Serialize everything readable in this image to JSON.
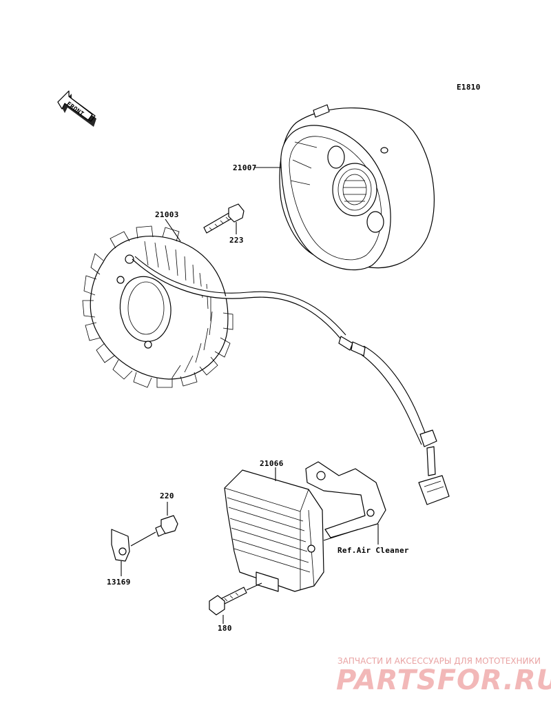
{
  "diagram": {
    "code": "E1810",
    "front_arrow_label": "FRONT"
  },
  "callouts": {
    "flywheel": "21007",
    "stator": "21003",
    "stator_bolt": "223",
    "regulator": "21066",
    "bracket_bolt": "220",
    "clamp": "13169",
    "regulator_bolt": "180",
    "reference": "Ref.Air Cleaner"
  },
  "watermark": {
    "tagline": "ЗАПЧАСТИ И АКСЕССУАРЫ ДЛЯ МОТОТЕХНИКИ",
    "logo": "PARTSFOR.RU"
  }
}
